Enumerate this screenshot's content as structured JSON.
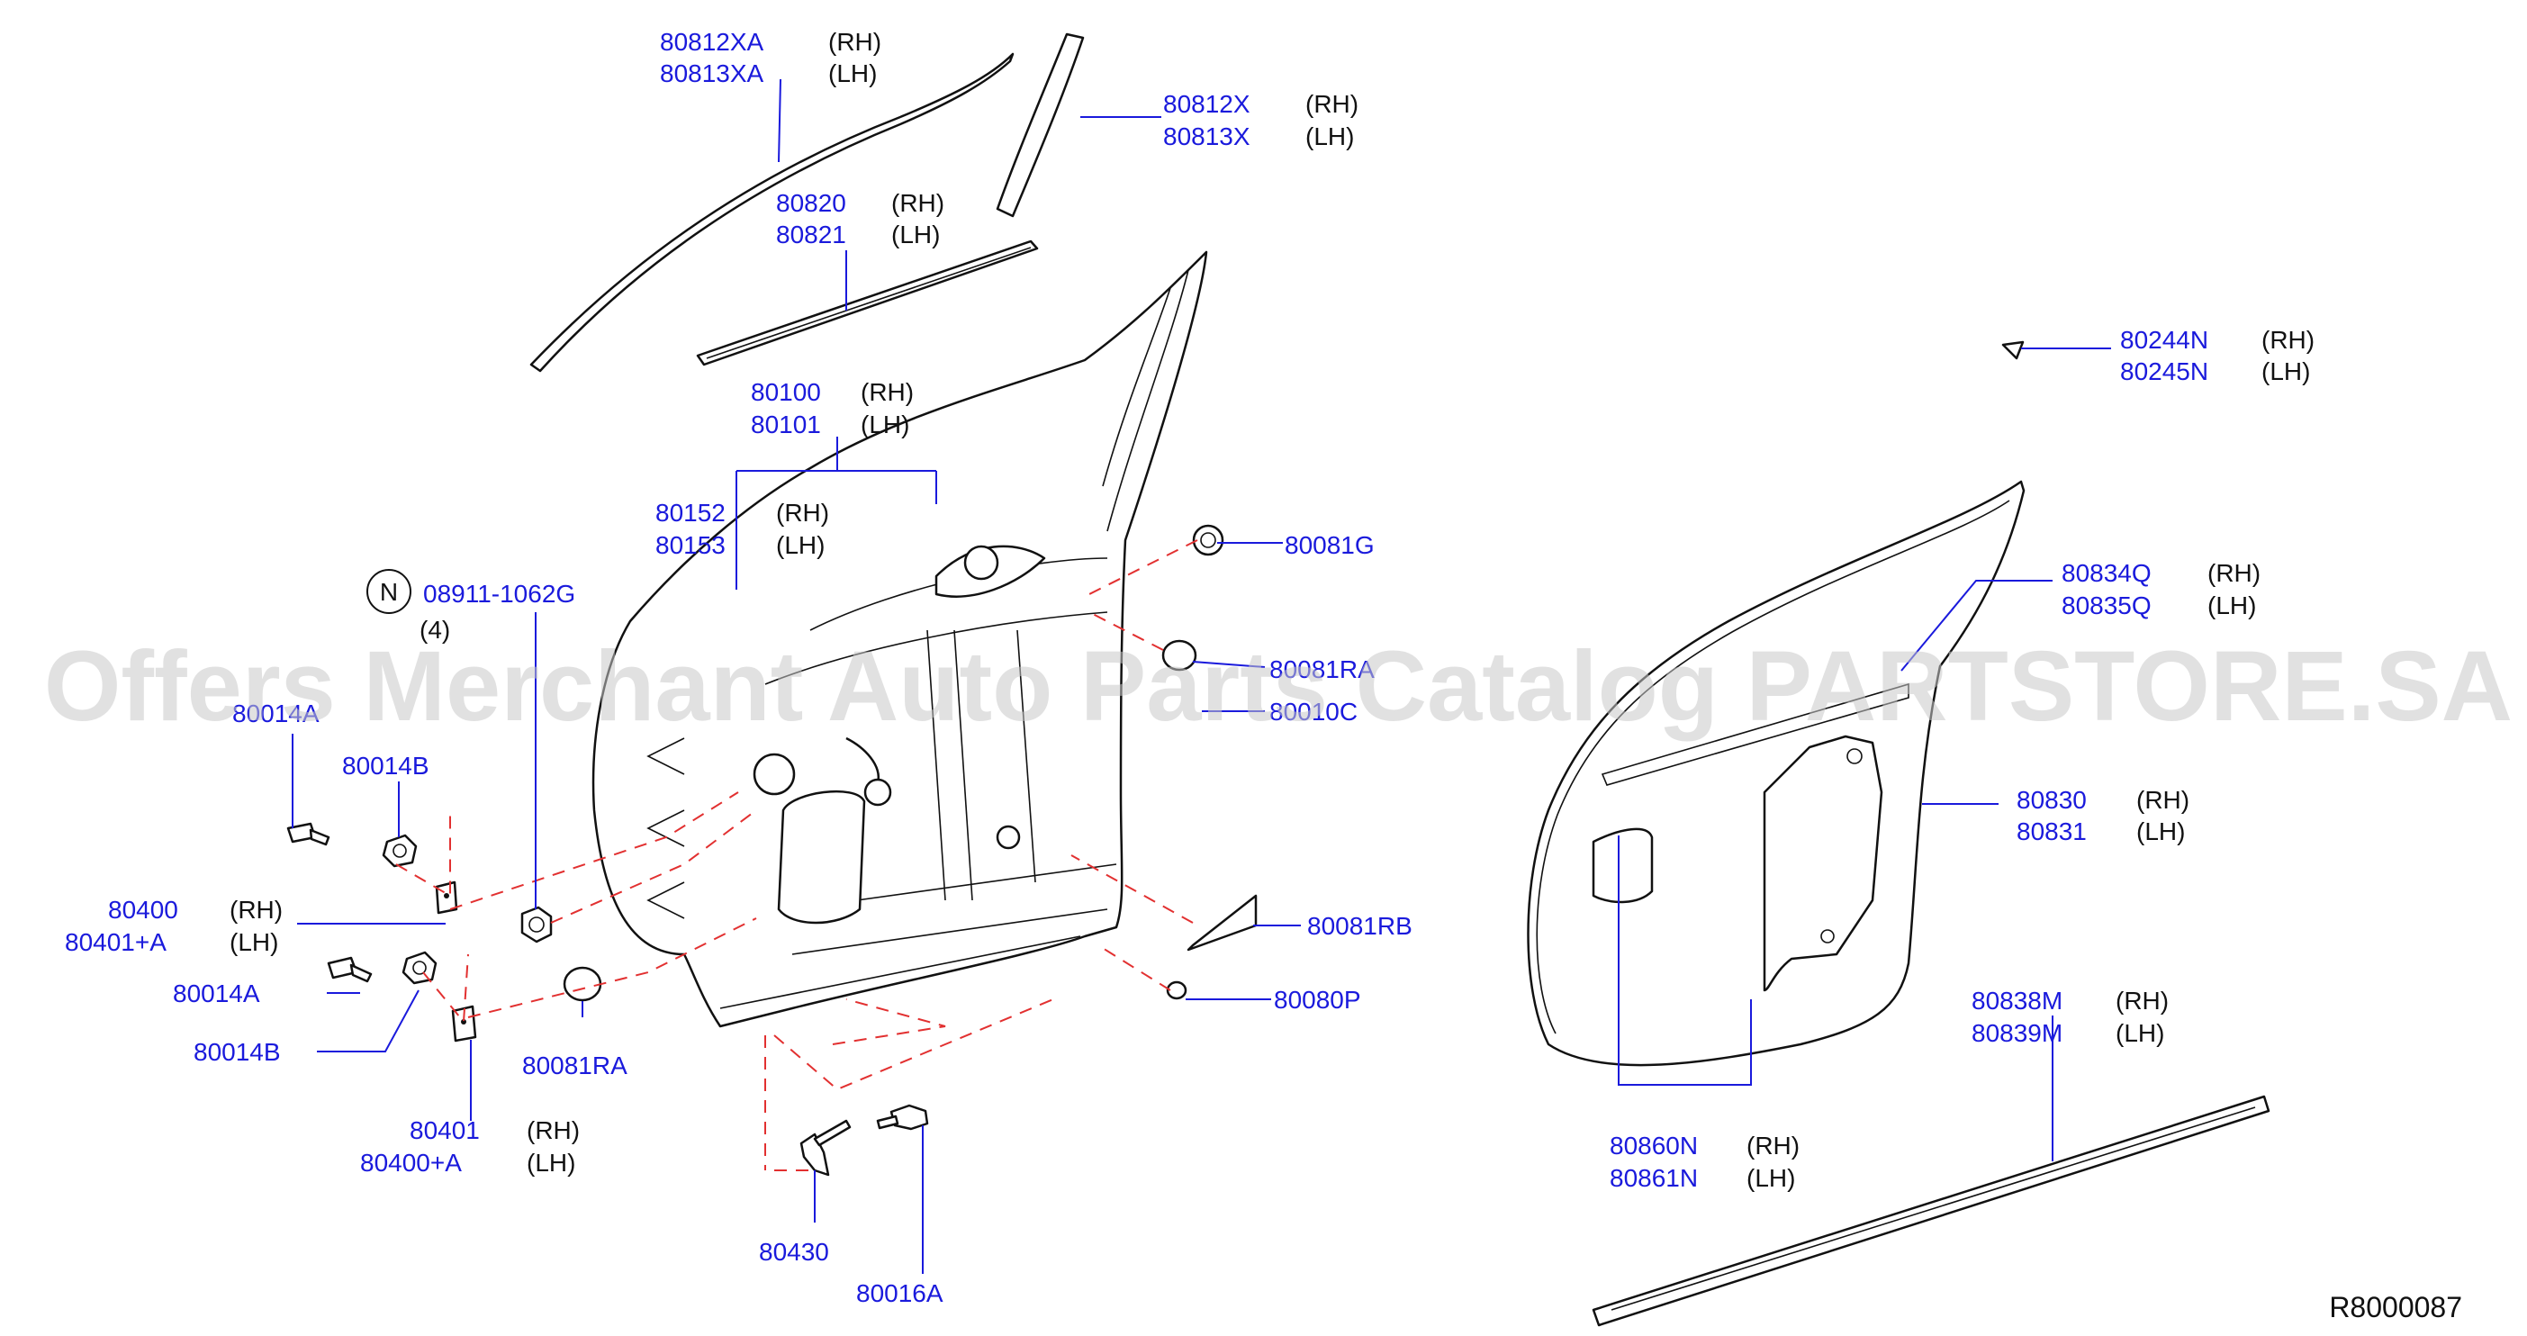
{
  "diagram": {
    "watermark": "Offers Merchant Auto Parts Catalog PARTSTORE.SA",
    "figure_code": "R8000087",
    "callouts": [
      {
        "id": "c1",
        "part": "80812XA",
        "side": "(RH)"
      },
      {
        "id": "c2",
        "part": "80813XA",
        "side": "(LH)"
      },
      {
        "id": "c3",
        "part": "80812X",
        "side": "(RH)"
      },
      {
        "id": "c4",
        "part": "80813X",
        "side": "(LH)"
      },
      {
        "id": "c5",
        "part": "80820",
        "side": "(RH)"
      },
      {
        "id": "c6",
        "part": "80821",
        "side": "(LH)"
      },
      {
        "id": "c7",
        "part": "80100",
        "side": "(RH)"
      },
      {
        "id": "c8",
        "part": "80101",
        "side": "(LH)"
      },
      {
        "id": "c9",
        "part": "80152",
        "side": "(RH)"
      },
      {
        "id": "c10",
        "part": "80153",
        "side": "(LH)"
      },
      {
        "id": "c11",
        "part": "08911-1062G",
        "side": "(4)"
      },
      {
        "id": "c12",
        "part": "80081G",
        "side": ""
      },
      {
        "id": "c13",
        "part": "80081RA",
        "side": ""
      },
      {
        "id": "c14",
        "part": "80010C",
        "side": ""
      },
      {
        "id": "c15",
        "part": "80014A",
        "side": ""
      },
      {
        "id": "c16",
        "part": "80014B",
        "side": ""
      },
      {
        "id": "c17",
        "part": "80400",
        "side": "(RH)"
      },
      {
        "id": "c18",
        "part": "80401+A",
        "side": "(LH)"
      },
      {
        "id": "c19",
        "part": "80014A",
        "side": ""
      },
      {
        "id": "c20",
        "part": "80014B",
        "side": ""
      },
      {
        "id": "c21",
        "part": "80081RA",
        "side": ""
      },
      {
        "id": "c22",
        "part": "80081RB",
        "side": ""
      },
      {
        "id": "c23",
        "part": "80080P",
        "side": ""
      },
      {
        "id": "c24",
        "part": "80401",
        "side": "(RH)"
      },
      {
        "id": "c25",
        "part": "80400+A",
        "side": "(LH)"
      },
      {
        "id": "c26",
        "part": "80430",
        "side": ""
      },
      {
        "id": "c27",
        "part": "80016A",
        "side": ""
      },
      {
        "id": "c28",
        "part": "80244N",
        "side": "(RH)"
      },
      {
        "id": "c29",
        "part": "80245N",
        "side": "(LH)"
      },
      {
        "id": "c30",
        "part": "80834Q",
        "side": "(RH)"
      },
      {
        "id": "c31",
        "part": "80835Q",
        "side": "(LH)"
      },
      {
        "id": "c32",
        "part": "80830",
        "side": "(RH)"
      },
      {
        "id": "c33",
        "part": "80831",
        "side": "(LH)"
      },
      {
        "id": "c34",
        "part": "80838M",
        "side": "(RH)"
      },
      {
        "id": "c35",
        "part": "80839M",
        "side": "(LH)"
      },
      {
        "id": "c36",
        "part": "80860N",
        "side": "(RH)"
      },
      {
        "id": "c37",
        "part": "80861N",
        "side": "(LH)"
      }
    ],
    "symbol_n": "N"
  }
}
